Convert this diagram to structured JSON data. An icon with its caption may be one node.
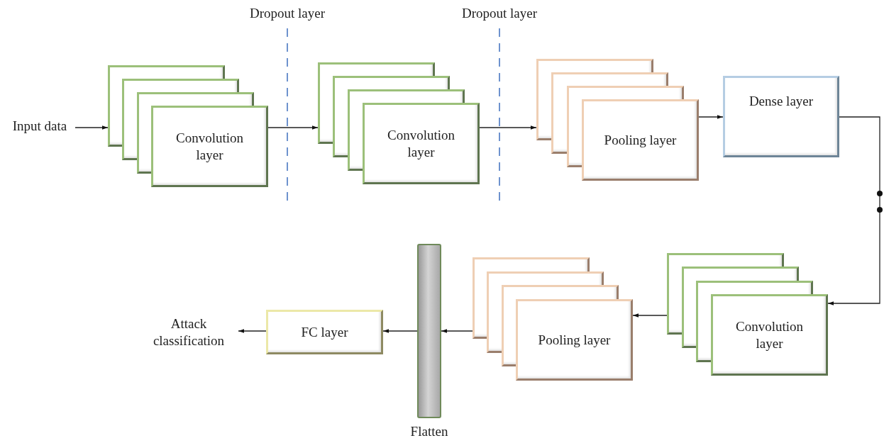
{
  "diagram": {
    "nodes": [
      {
        "text": [
          "Input data"
        ]
      },
      {
        "text": [
          "Convolution layer"
        ]
      },
      {
        "text": [
          "Convolution layer"
        ]
      },
      {
        "text": [
          "Pooling layer"
        ]
      },
      {
        "text": [
          "Dense layer"
        ]
      },
      {
        "text": [
          "Convolution layer"
        ]
      },
      {
        "text": [
          "Pooling layer"
        ]
      },
      {
        "text": [],
        "shape": "bar",
        "beside": [
          "Flatten"
        ]
      },
      {
        "text": [
          "FC layer"
        ]
      },
      {
        "text": [
          "Attack classification"
        ]
      }
    ],
    "edges": [
      {
        "from": 0,
        "to": 1,
        "arrow": "to"
      },
      {
        "from": 1,
        "to": 2,
        "arrow": "to"
      },
      {
        "from": 2,
        "to": 3,
        "arrow": "to"
      },
      {
        "from": 3,
        "to": 4,
        "arrow": "to"
      },
      {
        "from": 4,
        "to": 5,
        "arrow": "to"
      },
      {
        "from": 5,
        "to": 6,
        "arrow": "to"
      },
      {
        "from": 6,
        "to": 7,
        "arrow": "to"
      },
      {
        "from": 7,
        "to": 8,
        "arrow": "to"
      },
      {
        "from": 8,
        "to": 9,
        "arrow": "to"
      }
    ],
    "labels": [
      "Dropout layer",
      "Dropout layer"
    ]
  }
}
